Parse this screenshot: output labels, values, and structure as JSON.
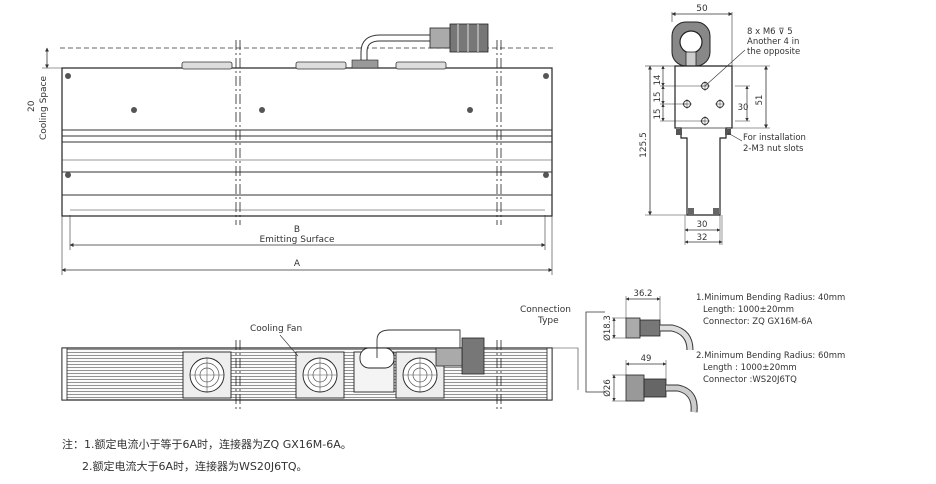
{
  "front_view": {
    "dim_cooling_space_value": "20",
    "dim_cooling_space_label": "Cooling Space",
    "dim_b_label": "B",
    "dim_emitting_label": "Emitting Surface",
    "dim_a_label": "A"
  },
  "side_view": {
    "dim_width_top": "50",
    "screw_note": [
      "8 x M6 ⊽ 5",
      "Another 4 in",
      "the opposite"
    ],
    "dim_14": "14",
    "dim_15a": "15",
    "dim_15b": "15",
    "dim_30_inner": "30",
    "dim_51": "51",
    "dim_125_5": "125.5",
    "install_note": [
      "For installation",
      "2-M3 nut slots"
    ],
    "dim_30_bottom": "30",
    "dim_32_bottom": "32"
  },
  "bottom_view": {
    "cooling_fan_label": "Cooling Fan",
    "connection_type_label": [
      "Connection",
      "Type"
    ]
  },
  "connectors": [
    {
      "dim_length": "36.2",
      "dim_diameter": "Ø18.3",
      "lines": [
        "1.Minimum Bending Radius: 40mm",
        "Length: 1000±20mm",
        "Connector: ZQ GX16M-6A"
      ]
    },
    {
      "dim_length": "49",
      "dim_diameter": "Ø26",
      "lines": [
        "2.Minimum Bending Radius: 60mm",
        "Length : 1000±20mm",
        "Connector :WS20J6TQ"
      ]
    }
  ],
  "notes": [
    "注：1.额定电流小于等于6A时，连接器为ZQ GX16M-6A。",
    "2.额定电流大于6A时，连接器为WS20J6TQ。"
  ]
}
